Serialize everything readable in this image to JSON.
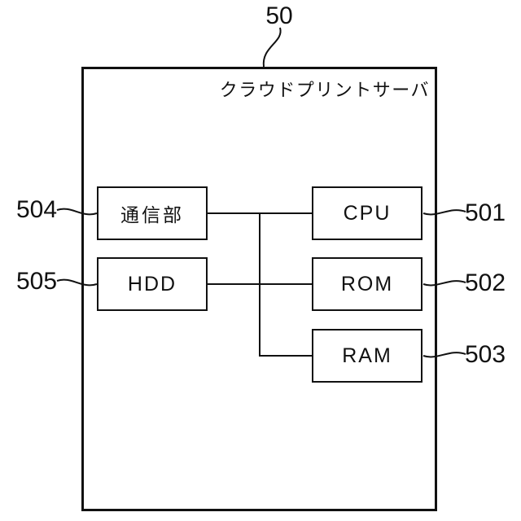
{
  "figure": {
    "outer_ref": "50",
    "title": "クラウドプリントサーバ",
    "blocks": [
      {
        "id": "communication-unit",
        "label": "通信部",
        "ref": "504",
        "ref_side": "left"
      },
      {
        "id": "hdd",
        "label": "HDD",
        "ref": "505",
        "ref_side": "left"
      },
      {
        "id": "cpu",
        "label": "CPU",
        "ref": "501",
        "ref_side": "right"
      },
      {
        "id": "rom",
        "label": "ROM",
        "ref": "502",
        "ref_side": "right"
      },
      {
        "id": "ram",
        "label": "RAM",
        "ref": "503",
        "ref_side": "right"
      }
    ],
    "connections": [
      "communication-unit - cpu (bus)",
      "hdd - rom (bus)",
      "bus - ram"
    ],
    "colors": {
      "line": "#111111",
      "text": "#111111",
      "background": "#ffffff"
    }
  }
}
